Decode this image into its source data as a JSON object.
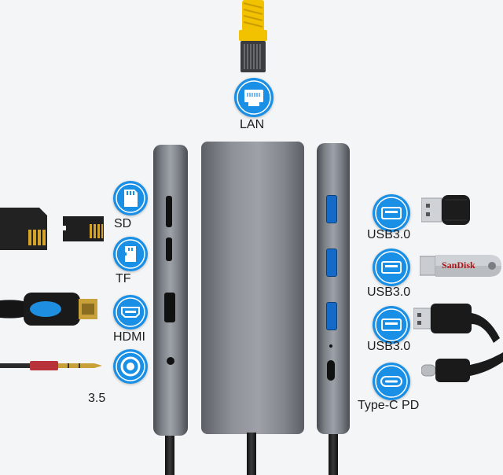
{
  "labels": {
    "lan": "LAN",
    "sd": "SD",
    "tf": "TF",
    "hdmi": "HDMI",
    "audio": "3.5",
    "usb1": "USB3.0",
    "usb2": "USB3.0",
    "usb3": "USB3.0",
    "typec": "Type-C PD"
  },
  "flash_drive_brand": "SanDisk",
  "colors": {
    "badge_blue": "#1a8fe6",
    "lan_plug_yellow": "#f2c200",
    "hdmi_accent_blue": "#1e8fe0",
    "usb_port_blue": "#1569c7",
    "background": "#f4f5f6"
  },
  "icons": [
    "ethernet-icon",
    "sd-card-icon",
    "tf-card-icon",
    "hdmi-icon",
    "audio-jack-icon",
    "usb-a-icon",
    "usb-a-icon",
    "usb-a-icon",
    "usb-c-icon"
  ]
}
